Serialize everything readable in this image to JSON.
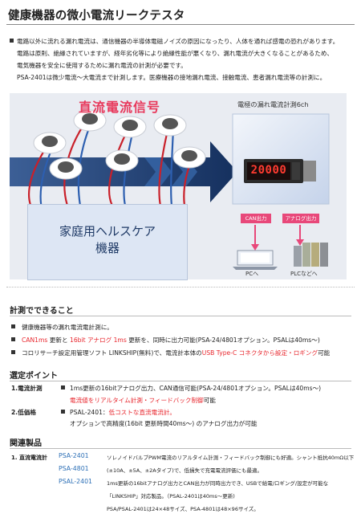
{
  "page": {
    "title": "健康機器の微小電流リークテスタ"
  },
  "intro": {
    "lines": [
      "電路以外に流れる漏れ電流は、通信機器の半導体電磁ノイズの原因になったり、人体を通れば感電の恐れがあります。",
      "電路は原則、絶縁されていますが、経年劣化等により絶縁性能が悪くなり、漏れ電流が大きくなることがあるため、",
      "電気機器を安全に使用するために漏れ電流の計測が必要です。",
      "PSA-2401は微少電流～大電流まで計測します。医療機器の接地漏れ電流、接触電流、患者漏れ電流等の計測に。"
    ]
  },
  "figure": {
    "dc_signal_label": "直流電流信号",
    "electrode_label": "電極の漏れ電流計測6ch",
    "home_box_line1": "家庭用ヘルスケア",
    "home_box_line2": "機器",
    "meter_display": "20000",
    "can_badge": "CAN出力",
    "analog_badge": "アナログ出力",
    "pc_label": "PCへ",
    "plc_label": "PLCなどへ"
  },
  "measure": {
    "heading": "計測でできること",
    "b1": "健康機器等の漏れ電流電計測に。",
    "b2_red1": "CAN1ms",
    "b2_t1": " 更新と ",
    "b2_red2": "16bit アナログ 1ms",
    "b2_t2": " 更新を、同時に出力可能(PSA-24/4801オプション。PSALは40ms～)",
    "b3_t1": "コロリサーチ設定用管理ソフト LINKSHIP(無料)で、電流計本体の",
    "b3_red": "USB Type-C コネクタから設定・ロギング",
    "b3_t2": "可能"
  },
  "points": {
    "heading": "選定ポイント",
    "p1_label": "1.電流計測",
    "p1_text": "1ms更新の16bitアナログ出力、CAN通信可能(PSA-24/4801オプション。PSALは40ms～)",
    "p1_sub_red": "電流値をリアルタイム計測・フィードバック制御",
    "p1_sub_t": "可能",
    "p2_label": "2.低価格",
    "p2_t1": "PSAL-2401：",
    "p2_red": "低コストな直流電流計。",
    "p2_sub": "オプションで高精度(16bit 更新時間40ms～) のアナログ出力が可能"
  },
  "related": {
    "heading": "関連製品",
    "label": "1. 直流電流計",
    "links": [
      "PSA-2401",
      "PSA-4801",
      "PSAL-2401"
    ],
    "desc": [
      "ソレノイドバルブPWM電流のリアルタイム計測・フィードバック制御にも好適。シャント抵抗40mΩ以下",
      "(±10A、±5A、±2Aタイプ)で、低損失で充電電流評価にも最適。",
      "1ms更新の16bitアナログ出力とCAN出力が同時出力でき、USBで給電/ロギング/設定が可能な",
      "「LINKSHIP」対応製品。（PSAL-2401は40ms～更新)",
      "PSA/PSAL-2401は24×48サイズ、PSA-4801は48×96サイズ。"
    ]
  },
  "colors": {
    "accent_red": "#e8262d",
    "accent_pink": "#e8386a",
    "link_blue": "#2c6fb6",
    "arrow_navy": "#1f3a66"
  }
}
